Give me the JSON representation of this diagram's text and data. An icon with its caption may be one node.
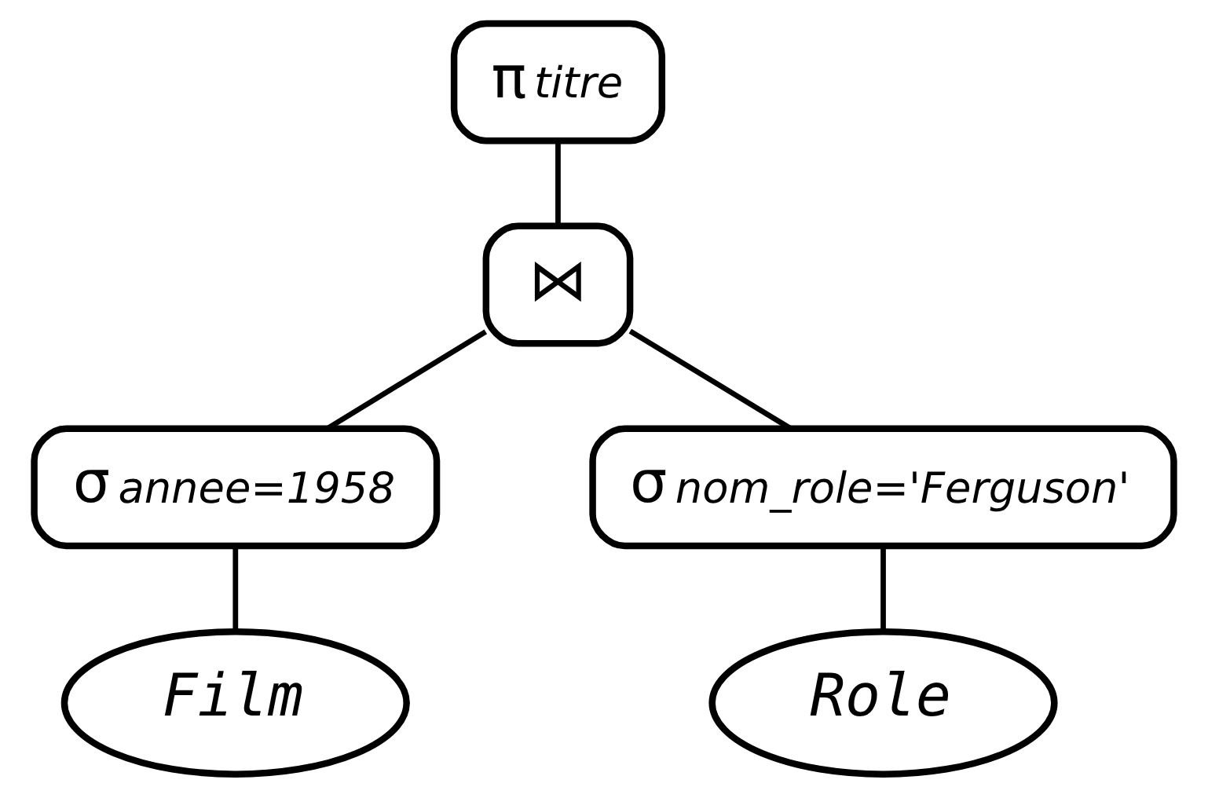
{
  "diagram": {
    "nodes": [
      {
        "text": [
          "π$_{titre}$"
        ]
      },
      {
        "text": [
          "⋈"
        ]
      },
      {
        "text": [
          "σ$_{annee=1958}$"
        ]
      },
      {
        "text": [
          "σ$_{nom_role='Ferguson'}$"
        ]
      },
      {
        "text": [
          "Film"
        ]
      },
      {
        "text": [
          "Role"
        ]
      }
    ],
    "edges": [
      {
        "from": 0,
        "to": 1,
        "arrow": "none"
      },
      {
        "from": 1,
        "to": 2,
        "arrow": "none"
      },
      {
        "from": 1,
        "to": 3,
        "arrow": "none"
      },
      {
        "from": 2,
        "to": 4,
        "arrow": "none"
      },
      {
        "from": 3,
        "to": 5,
        "arrow": "none"
      }
    ]
  }
}
